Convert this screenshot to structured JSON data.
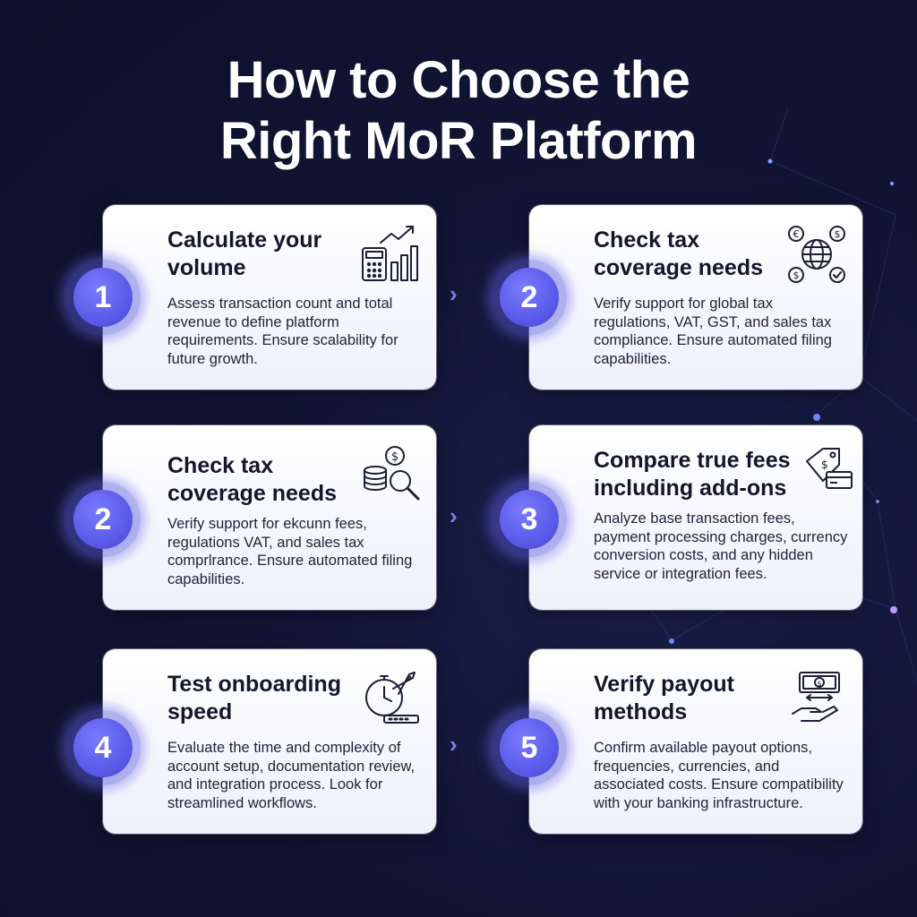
{
  "title": {
    "line1": "How to Choose the",
    "line2": "Right MoR Platform"
  },
  "accent": "#5a5be8",
  "cards": [
    {
      "number": "1",
      "heading": "Calculate your volume",
      "body": "Assess transaction count and total revenue to define platform requirements. Ensure scalability for future growth.",
      "icon": "calculator-growth-chart-icon"
    },
    {
      "number": "2",
      "heading": "Check tax coverage needs",
      "body": "Verify support for global tax regulations, VAT, GST, and sales tax compliance. Ensure automated filing capabilities.",
      "icon": "globe-currency-icon"
    },
    {
      "number": "2",
      "heading": "Check tax coverage needs",
      "body": "Verify support for ekcunn fees, regulations VAT, and sales tax comprlrance. Ensure automated filing capabilities.",
      "icon": "coins-magnifier-icon"
    },
    {
      "number": "3",
      "heading": "Compare true fees including add-ons",
      "body": "Analyze base transaction fees, payment processing charges, currency conversion costs, and any hidden service or integration fees.",
      "icon": "price-tag-card-icon"
    },
    {
      "number": "4",
      "heading": "Test onboarding speed",
      "body": "Evaluate the time and complexity of account setup, documentation review, and integration process. Look for streamlined workflows.",
      "icon": "stopwatch-rocket-icon"
    },
    {
      "number": "5",
      "heading": "Verify payout methods",
      "body": "Confirm available payout options, frequencies, currencies, and associated costs. Ensure compatibility with your banking infrastructure.",
      "icon": "hand-banknote-icon"
    }
  ],
  "connector": "›"
}
